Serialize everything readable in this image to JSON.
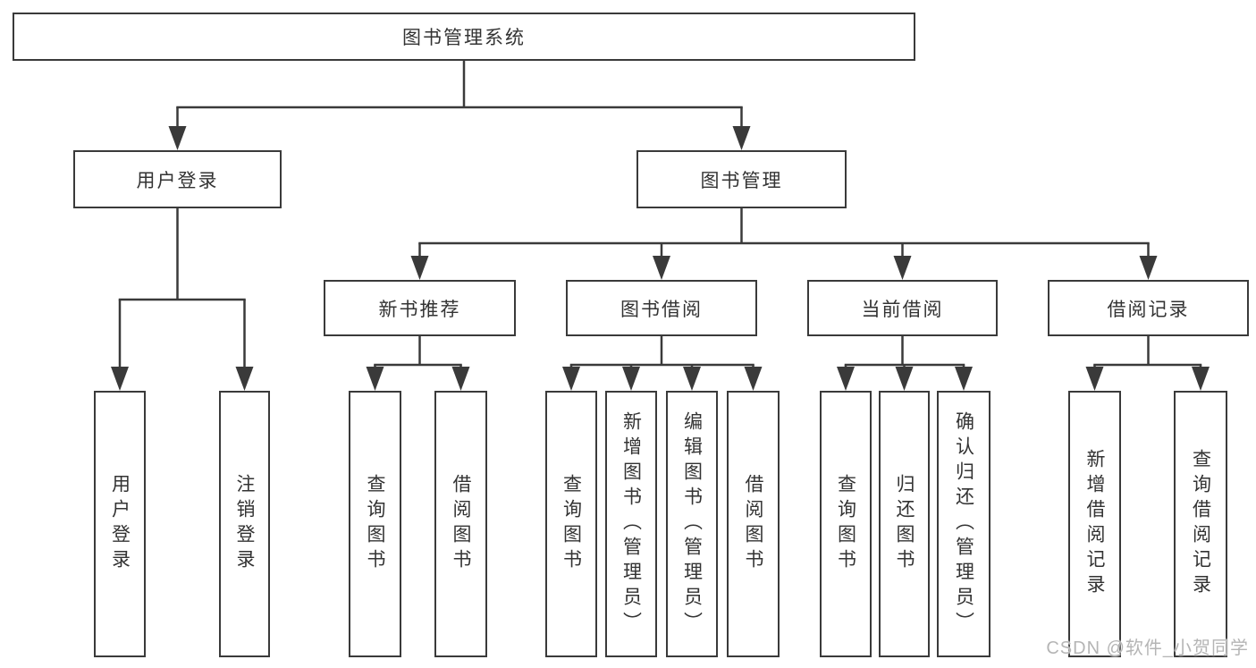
{
  "colors": {
    "background": "#ffffff",
    "line": "#3a3a3a",
    "box_border": "#333333",
    "text": "#333333",
    "watermark": "#b5b5b5"
  },
  "watermark": {
    "text": "CSDN @软件_小贺同学"
  },
  "tree": {
    "nodes": [
      {
        "id": "system",
        "label": "图书管理系统",
        "parent": null,
        "orientation": "horizontal"
      },
      {
        "id": "user-login",
        "label": "用户登录",
        "parent": "system",
        "orientation": "horizontal"
      },
      {
        "id": "book-mgmt",
        "label": "图书管理",
        "parent": "system",
        "orientation": "horizontal"
      },
      {
        "id": "login",
        "label": "用户登录",
        "parent": "user-login",
        "orientation": "vertical"
      },
      {
        "id": "logout",
        "label": "注销登录",
        "parent": "user-login",
        "orientation": "vertical"
      },
      {
        "id": "new-book-rec",
        "label": "新书推荐",
        "parent": "book-mgmt",
        "orientation": "horizontal"
      },
      {
        "id": "book-borrow",
        "label": "图书借阅",
        "parent": "book-mgmt",
        "orientation": "horizontal"
      },
      {
        "id": "current-borrow",
        "label": "当前借阅",
        "parent": "book-mgmt",
        "orientation": "horizontal"
      },
      {
        "id": "borrow-records",
        "label": "借阅记录",
        "parent": "book-mgmt",
        "orientation": "horizontal"
      },
      {
        "id": "rec-query-book",
        "label": "查询图书",
        "parent": "new-book-rec",
        "orientation": "vertical"
      },
      {
        "id": "rec-borrow-book",
        "label": "借阅图书",
        "parent": "new-book-rec",
        "orientation": "vertical"
      },
      {
        "id": "bb-query-book",
        "label": "查询图书",
        "parent": "book-borrow",
        "orientation": "vertical"
      },
      {
        "id": "bb-add-book",
        "label": "新增图书（管理员）",
        "parent": "book-borrow",
        "orientation": "vertical"
      },
      {
        "id": "bb-edit-book",
        "label": "编辑图书（管理员）",
        "parent": "book-borrow",
        "orientation": "vertical"
      },
      {
        "id": "bb-borrow-book",
        "label": "借阅图书",
        "parent": "book-borrow",
        "orientation": "vertical"
      },
      {
        "id": "cb-query-book",
        "label": "查询图书",
        "parent": "current-borrow",
        "orientation": "vertical"
      },
      {
        "id": "cb-return-book",
        "label": "归还图书",
        "parent": "current-borrow",
        "orientation": "vertical"
      },
      {
        "id": "cb-confirm-return",
        "label": "确认归还（管理员）",
        "parent": "current-borrow",
        "orientation": "vertical"
      },
      {
        "id": "br-add-record",
        "label": "新增借阅记录",
        "parent": "borrow-records",
        "orientation": "vertical"
      },
      {
        "id": "br-query-record",
        "label": "查询借阅记录",
        "parent": "borrow-records",
        "orientation": "vertical"
      }
    ]
  }
}
